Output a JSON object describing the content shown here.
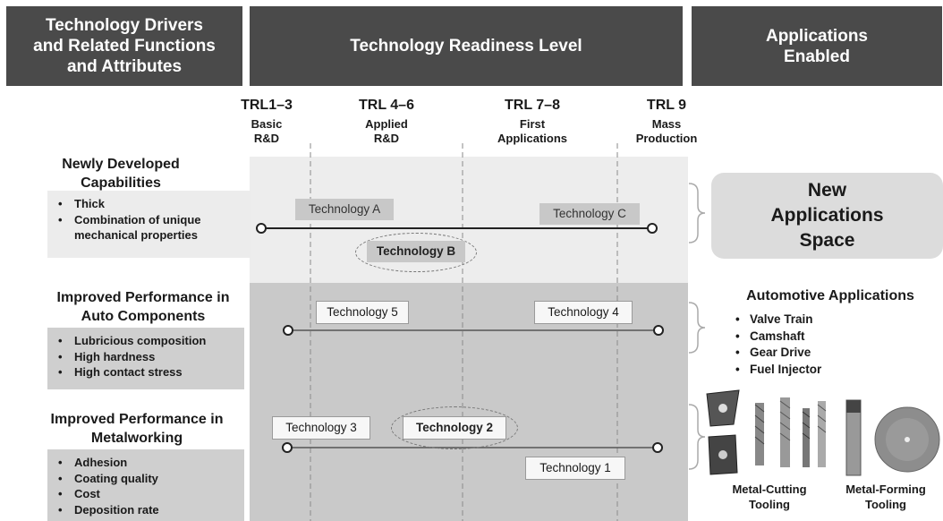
{
  "headers": {
    "left": "Technology Drivers and Related Functions and Attributes",
    "middle": "Technology Readiness Level",
    "right": "Applications Enabled"
  },
  "trl_levels": [
    {
      "level": "TRL1–3",
      "stage": "Basic R&D"
    },
    {
      "level": "TRL 4–6",
      "stage": "Applied R&D"
    },
    {
      "level": "TRL 7–8",
      "stage": "First Applications"
    },
    {
      "level": "TRL 9",
      "stage": "Mass Production"
    }
  ],
  "drivers": [
    {
      "title": "Newly Developed Capabilities",
      "attributes": [
        "Thick",
        "Combination of unique mechanical properties"
      ],
      "technologies": [
        "Technology A",
        "Technology B",
        "Technology C"
      ]
    },
    {
      "title": "Improved Performance in Auto Components",
      "attributes": [
        "Lubricious composition",
        "High hardness",
        "High contact stress"
      ],
      "technologies": [
        "Technology 5",
        "Technology 4"
      ]
    },
    {
      "title": "Improved Performance in Metalworking",
      "attributes": [
        "Adhesion",
        "Coating quality",
        "Cost",
        "Deposition rate"
      ],
      "technologies": [
        "Technology 3",
        "Technology 2",
        "Technology 1"
      ]
    }
  ],
  "applications": {
    "new_space": "New Applications Space",
    "automotive": {
      "title": "Automotive Applications",
      "items": [
        "Valve Train",
        "Camshaft",
        "Gear Drive",
        "Fuel Injector"
      ]
    },
    "tooling": [
      "Metal-Cutting Tooling",
      "Metal-Forming Tooling"
    ]
  },
  "colors": {
    "header_bg": "#4a4a4a",
    "band_light": "#ededed",
    "band_dark": "#c9c9c9",
    "attr_light": "#ececec",
    "attr_dark": "#cfcfcf"
  }
}
